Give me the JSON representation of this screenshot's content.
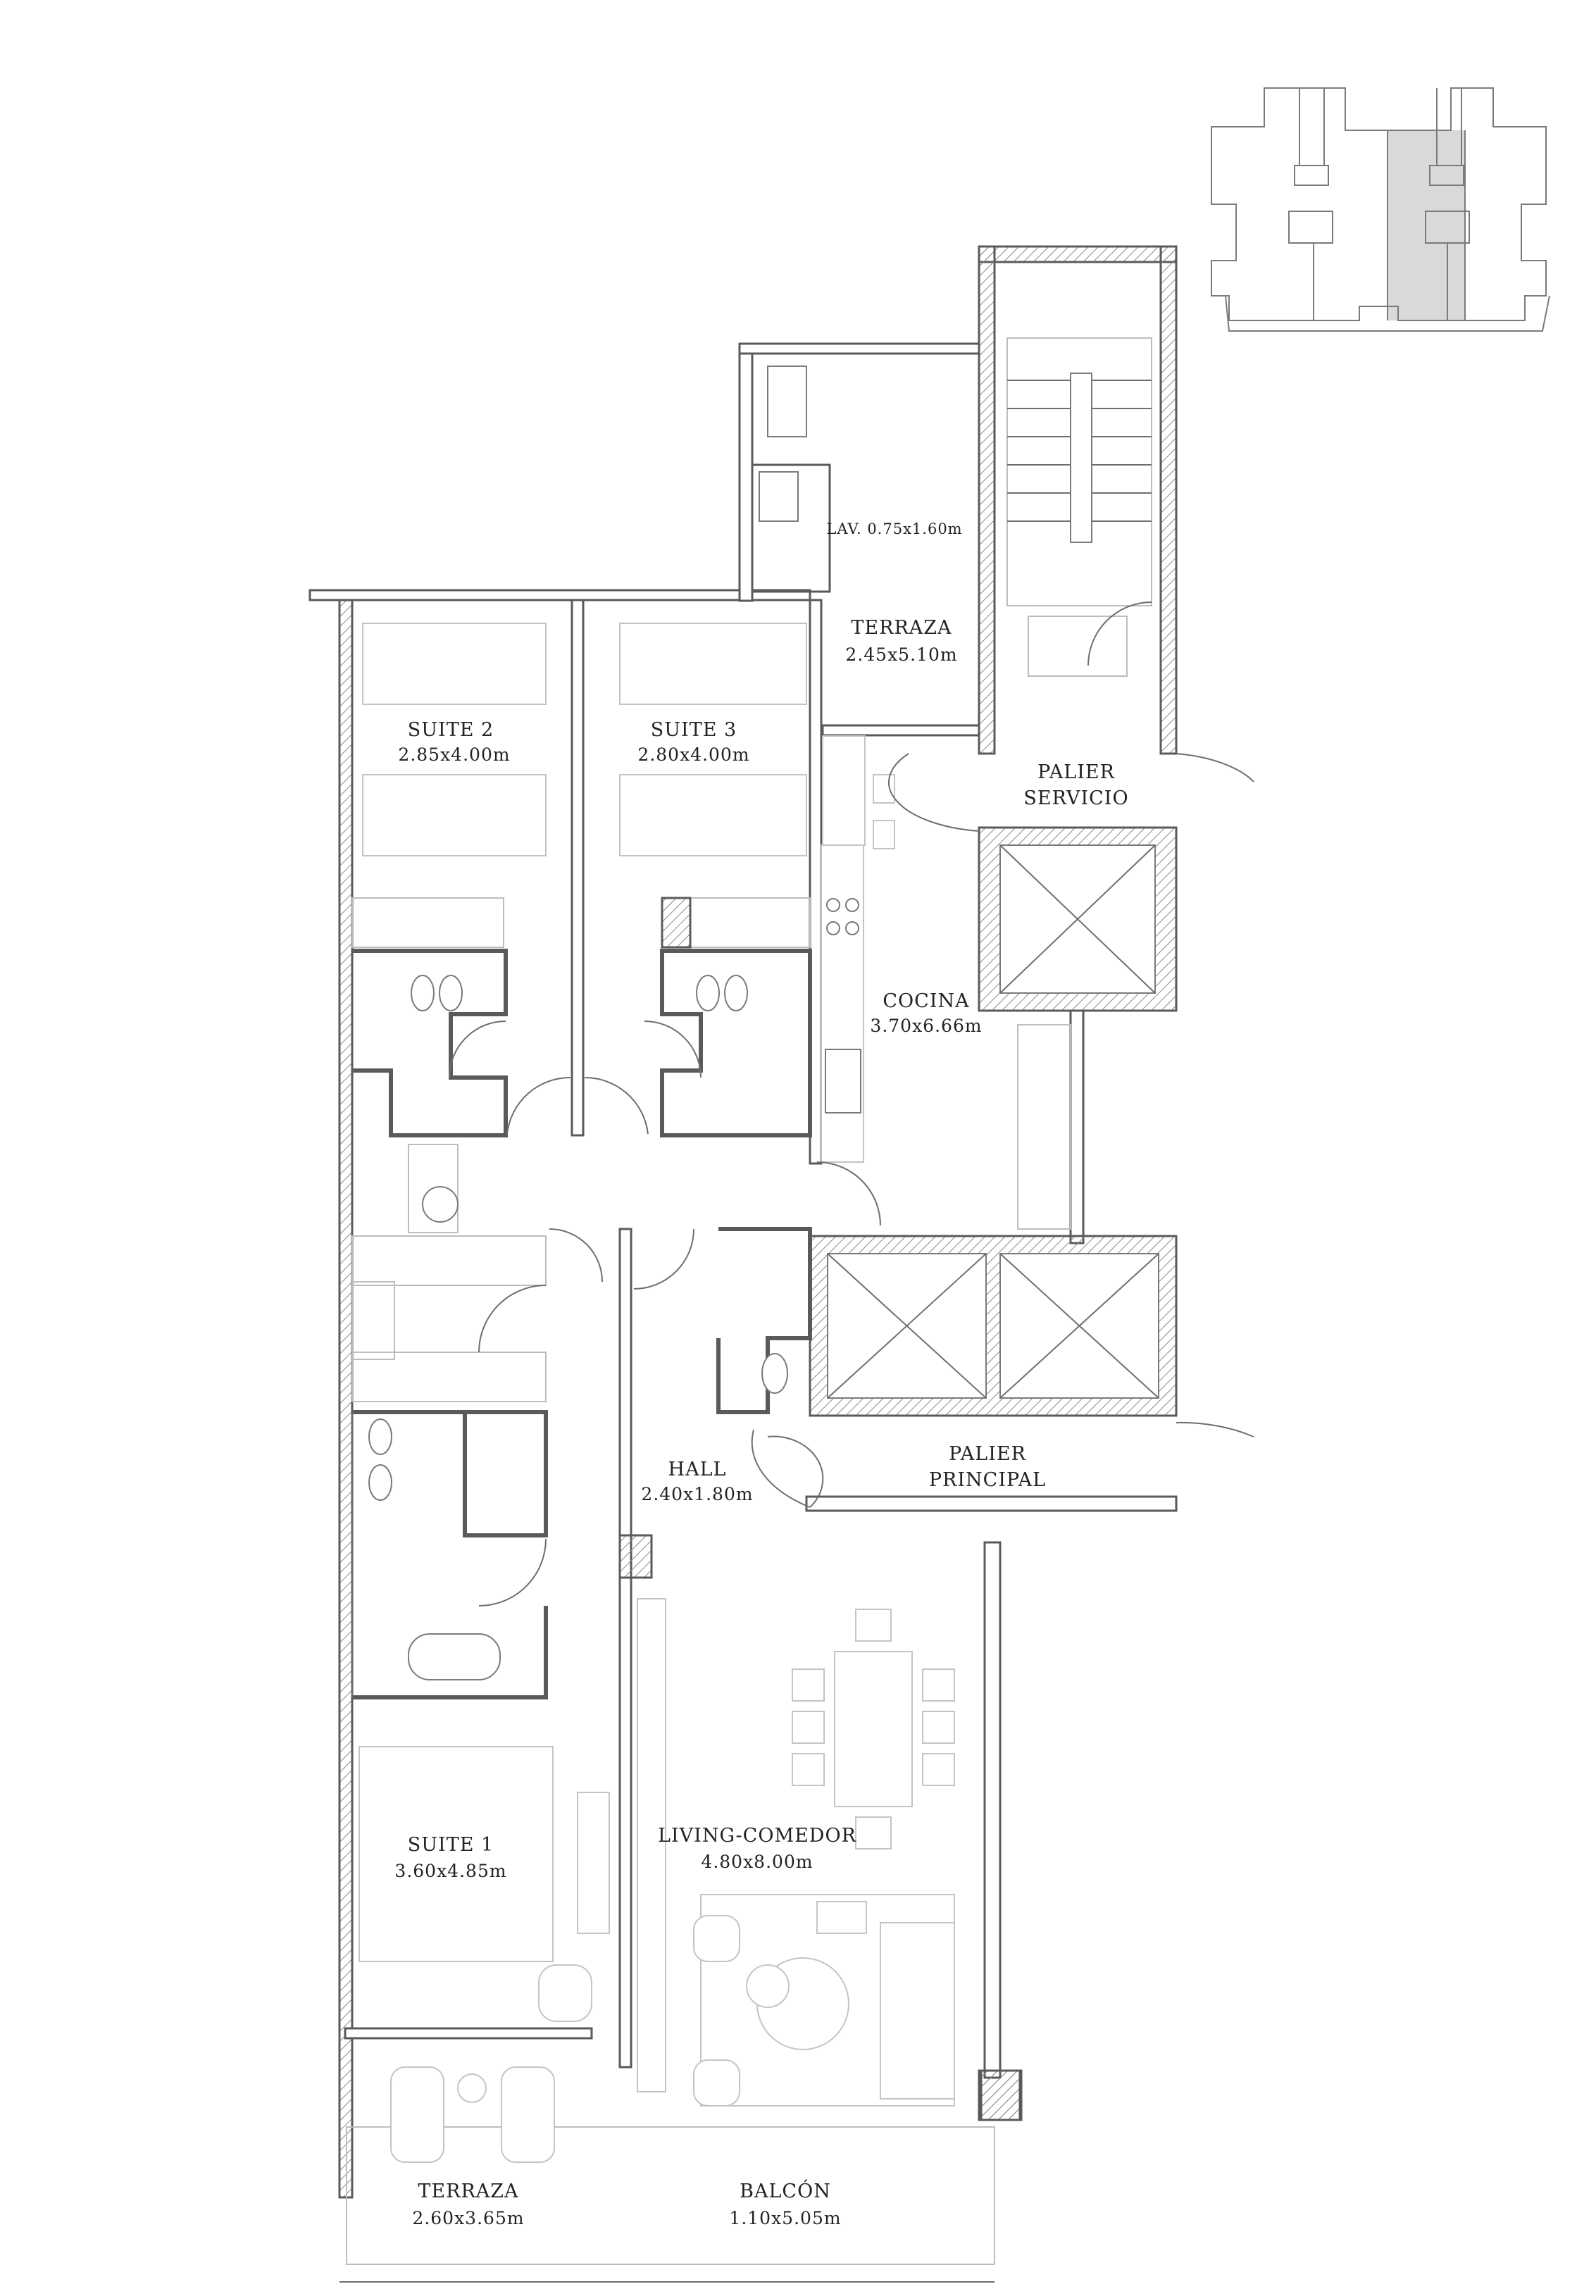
{
  "rooms": {
    "suite2": {
      "name": "SUITE 2",
      "dims": "2.85x4.00m"
    },
    "suite3": {
      "name": "SUITE 3",
      "dims": "2.80x4.00m"
    },
    "terraza_top": {
      "name": "TERRAZA",
      "dims": "2.45x5.10m"
    },
    "lav": {
      "label": "LAV. 0.75x1.60m"
    },
    "palier_servicio": {
      "line1": "PALIER",
      "line2": "SERVICIO"
    },
    "cocina": {
      "name": "COCINA",
      "dims": "3.70x6.66m"
    },
    "hall": {
      "name": "HALL",
      "dims": "2.40x1.80m"
    },
    "palier_principal": {
      "line1": "PALIER",
      "line2": "PRINCIPAL"
    },
    "living": {
      "name": "LIVING-COMEDOR",
      "dims": "4.80x8.00m"
    },
    "suite1": {
      "name": "SUITE 1",
      "dims": "3.60x4.85m"
    },
    "terraza_bottom": {
      "name": "TERRAZA",
      "dims": "2.60x3.65m"
    },
    "balcon": {
      "name": "BALCÓN",
      "dims": "1.10x5.05m"
    }
  },
  "colors": {
    "wall": "#5a5a5a",
    "furniture": "#c4c4c4",
    "key_highlight": "#d9d9d9",
    "text": "#222222"
  }
}
